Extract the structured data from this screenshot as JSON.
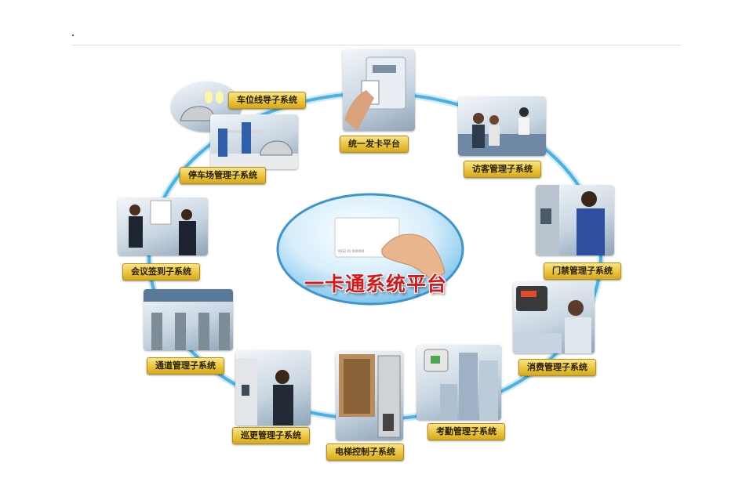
{
  "center": {
    "title": "一卡通系统平台",
    "card_text": "0012 01 000000"
  },
  "colors": {
    "ring": "#4ab2e0",
    "label_fill": "#e9c63c",
    "label_border": "#b98d14",
    "title": "#d81818"
  },
  "nodes": [
    {
      "id": "card-issuing",
      "label": "统一发卡平台",
      "icon": "card-reader-icon"
    },
    {
      "id": "visitor",
      "label": "访客管理子系统",
      "icon": "reception-desk-icon"
    },
    {
      "id": "access",
      "label": "门禁管理子系统",
      "icon": "door-access-icon"
    },
    {
      "id": "consumption",
      "label": "消费管理子系统",
      "icon": "pos-terminal-icon"
    },
    {
      "id": "attendance",
      "label": "考勤管理子系统",
      "icon": "fingerprint-scanner-icon"
    },
    {
      "id": "elevator",
      "label": "电梯控制子系统",
      "icon": "elevator-panel-icon"
    },
    {
      "id": "patrol",
      "label": "巡更管理子系统",
      "icon": "patrol-guard-icon"
    },
    {
      "id": "channel",
      "label": "通道管理子系统",
      "icon": "turnstile-icon"
    },
    {
      "id": "meeting",
      "label": "会议签到子系统",
      "icon": "meeting-icon"
    },
    {
      "id": "parking",
      "label": "停车场管理子系统",
      "icon": "parking-barrier-icon"
    },
    {
      "id": "parking-guide",
      "label": "车位线导子系统",
      "icon": "parking-lot-icon"
    }
  ]
}
